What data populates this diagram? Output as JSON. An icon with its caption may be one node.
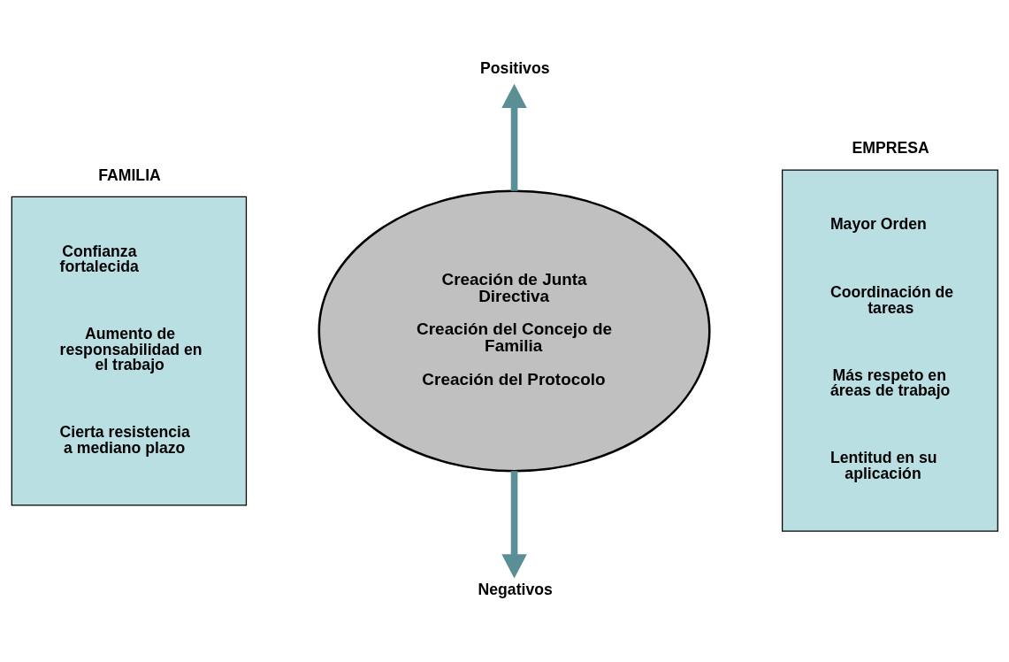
{
  "diagram": {
    "nodes": [
      {
        "text": [
          "FAMILIA",
          "Confianza fortalecida",
          "Aumento de responsabilidad en el trabajo",
          "Cierta resistencia a mediano plazo"
        ]
      },
      {
        "text": [
          "Creación de Junta Directiva",
          "Creación del Concejo de Familia",
          "Creación del Protocolo"
        ]
      },
      {
        "text": [
          "EMPRESA",
          "Mayor Orden",
          "Coordinación de tareas",
          "Más respeto en áreas de trabajo",
          "Lentitud en su aplicación"
        ]
      },
      {
        "text": [
          "Positivos"
        ]
      },
      {
        "text": [
          "Negativos"
        ]
      }
    ],
    "edges": [
      {
        "from": 1,
        "to": 3,
        "arrow": "to"
      },
      {
        "from": 1,
        "to": 4,
        "arrow": "to"
      }
    ]
  }
}
